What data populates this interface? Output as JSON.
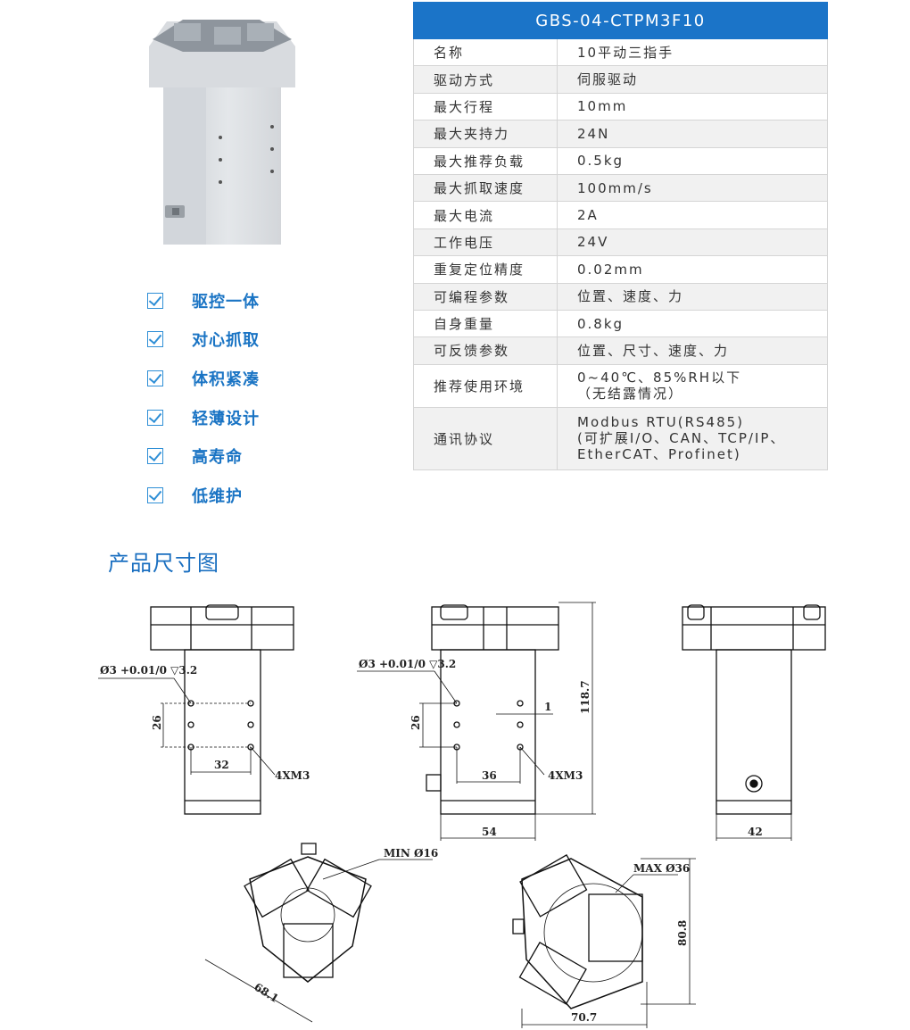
{
  "features": [
    "驱控一体",
    "对心抓取",
    "体积紧凑",
    "轻薄设计",
    "高寿命",
    "低维护"
  ],
  "spec": {
    "model": "GBS-04-CTPM3F10",
    "rows": [
      {
        "name": "名称",
        "value": "10平动三指手"
      },
      {
        "name": "驱动方式",
        "value": "伺服驱动"
      },
      {
        "name": "最大行程",
        "value": "10mm"
      },
      {
        "name": "最大夹持力",
        "value": "24N"
      },
      {
        "name": "最大推荐负载",
        "value": "0.5kg"
      },
      {
        "name": "最大抓取速度",
        "value": "100mm/s"
      },
      {
        "name": "最大电流",
        "value": "2A"
      },
      {
        "name": "工作电压",
        "value": "24V"
      },
      {
        "name": "重复定位精度",
        "value": "0.02mm"
      },
      {
        "name": "可编程参数",
        "value": "位置、速度、力"
      },
      {
        "name": "自身重量",
        "value": "0.8kg"
      },
      {
        "name": "可反馈参数",
        "value": "位置、尺寸、速度、力"
      },
      {
        "name": "推荐使用环境",
        "value_lines": [
          "0~40℃、85%RH以下",
          "（无结露情况）"
        ]
      },
      {
        "name": "通讯协议",
        "value_lines": [
          "Modbus RTU(RS485)",
          "(可扩展I/O、CAN、TCP/IP、",
          "EtherCAT、Profinet)"
        ]
      }
    ]
  },
  "section_title": "产品尺寸图",
  "dimensions": {
    "hole_spec": "Ø3 +0.01/0 ▽3.2",
    "v1": {
      "h": "26",
      "w": "32",
      "thread": "4XM3"
    },
    "v2": {
      "h": "26",
      "w": "36",
      "offset": "1",
      "thread": "4XM3",
      "height": "118.7",
      "width": "54"
    },
    "v3": {
      "width": "42"
    },
    "b1": {
      "min": "MIN Ø16",
      "diag": "68.1"
    },
    "b2": {
      "max": "MAX Ø36",
      "height": "80.8",
      "width": "70.7"
    }
  }
}
